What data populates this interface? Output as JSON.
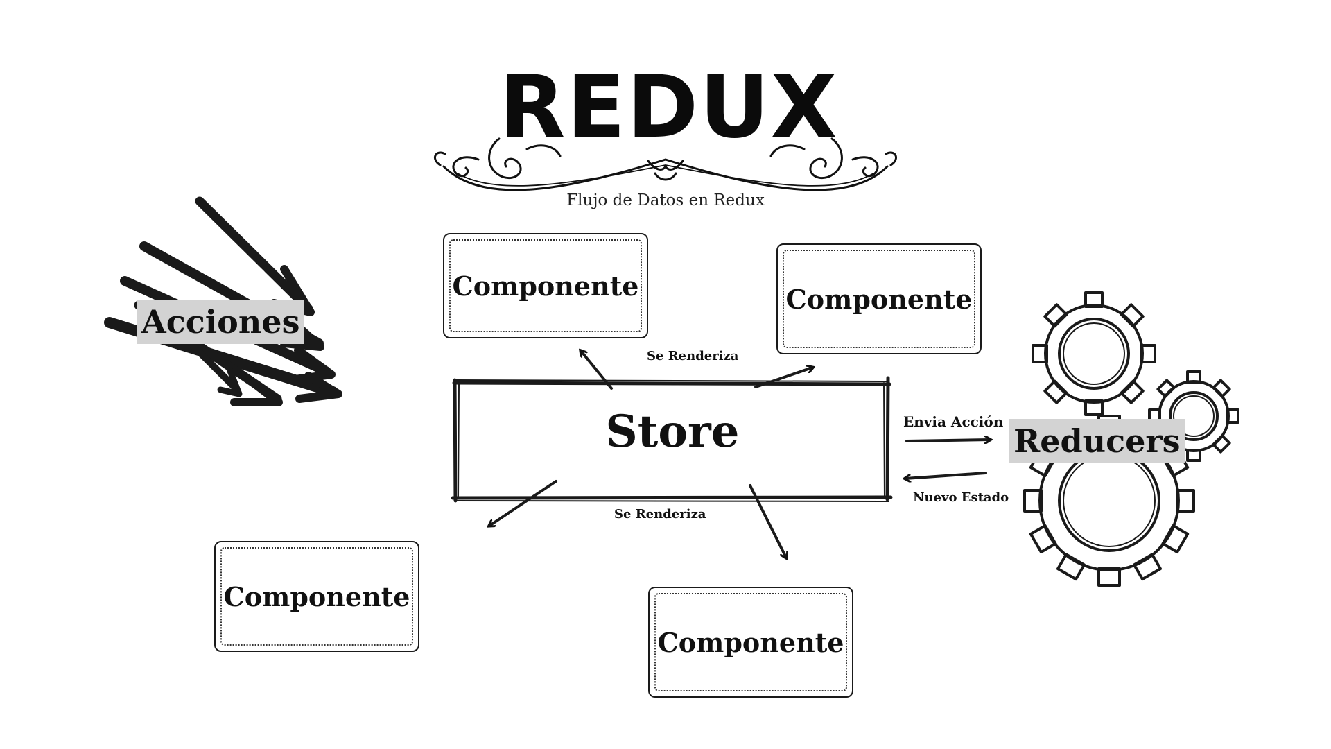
{
  "header": {
    "title": "REDUX",
    "subtitle": "Flujo de Datos en Redux"
  },
  "diagram": {
    "store_label": "Store",
    "actions_label": "Acciones",
    "reducers_label": "Reducers",
    "components": [
      {
        "label": "Componente"
      },
      {
        "label": "Componente"
      },
      {
        "label": "Componente"
      },
      {
        "label": "Componente"
      }
    ],
    "edges": {
      "render_top": "Se Renderiza",
      "render_bottom": "Se Renderiza",
      "send_action": "Envia Acción",
      "new_state": "Nuevo Estado"
    }
  },
  "icons": [
    "flourish-ornament",
    "scribble-arrows-icon",
    "gears-icon"
  ],
  "colors": {
    "ink": "#111111",
    "tag_bg": "#d3d3d3",
    "background": "#ffffff"
  }
}
